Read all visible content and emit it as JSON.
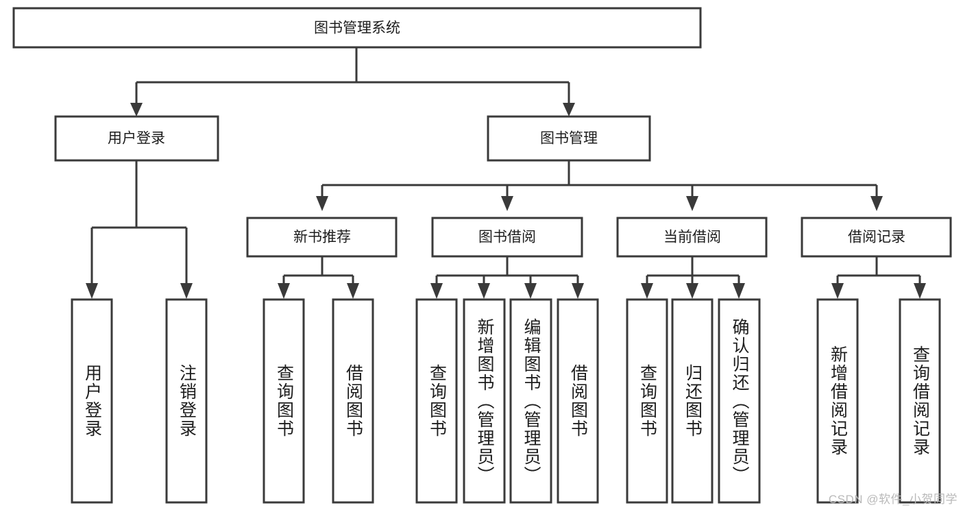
{
  "diagram": {
    "type": "tree-flowchart",
    "orientation": "top-down",
    "root": {
      "id": "root",
      "label": "图书管理系统"
    },
    "level1": [
      {
        "id": "user-login",
        "label": "用户登录"
      },
      {
        "id": "book-management",
        "label": "图书管理"
      }
    ],
    "level2": [
      {
        "id": "new-book-recommend",
        "label": "新书推荐",
        "parent": "book-management"
      },
      {
        "id": "book-borrow",
        "label": "图书借阅",
        "parent": "book-management"
      },
      {
        "id": "current-borrow",
        "label": "当前借阅",
        "parent": "book-management"
      },
      {
        "id": "borrow-record",
        "label": "借阅记录",
        "parent": "book-management"
      }
    ],
    "leaves": {
      "user-login": [
        {
          "id": "leaf-user-login",
          "label": "用户登录"
        },
        {
          "id": "leaf-user-logout",
          "label": "注销登录"
        }
      ],
      "new-book-recommend": [
        {
          "id": "leaf-query-book-1",
          "label": "查询图书"
        },
        {
          "id": "leaf-borrow-book-1",
          "label": "借阅图书"
        }
      ],
      "book-borrow": [
        {
          "id": "leaf-query-book-2",
          "label": "查询图书"
        },
        {
          "id": "leaf-add-book",
          "label": "新增图书（管理员）"
        },
        {
          "id": "leaf-edit-book",
          "label": "编辑图书（管理员）"
        },
        {
          "id": "leaf-borrow-book-2",
          "label": "借阅图书"
        }
      ],
      "current-borrow": [
        {
          "id": "leaf-query-book-3",
          "label": "查询图书"
        },
        {
          "id": "leaf-return-book",
          "label": "归还图书"
        },
        {
          "id": "leaf-confirm-return",
          "label": "确认归还（管理员）"
        }
      ],
      "borrow-record": [
        {
          "id": "leaf-add-record",
          "label": "新增借阅记录"
        },
        {
          "id": "leaf-query-record",
          "label": "查询借阅记录"
        }
      ]
    }
  },
  "watermark": {
    "text": "CSDN @软件_小贺同学"
  },
  "colors": {
    "stroke": "#3a3a3a",
    "fill": "#ffffff",
    "text": "#1d1d1d",
    "watermark": "#b9b9b9"
  }
}
